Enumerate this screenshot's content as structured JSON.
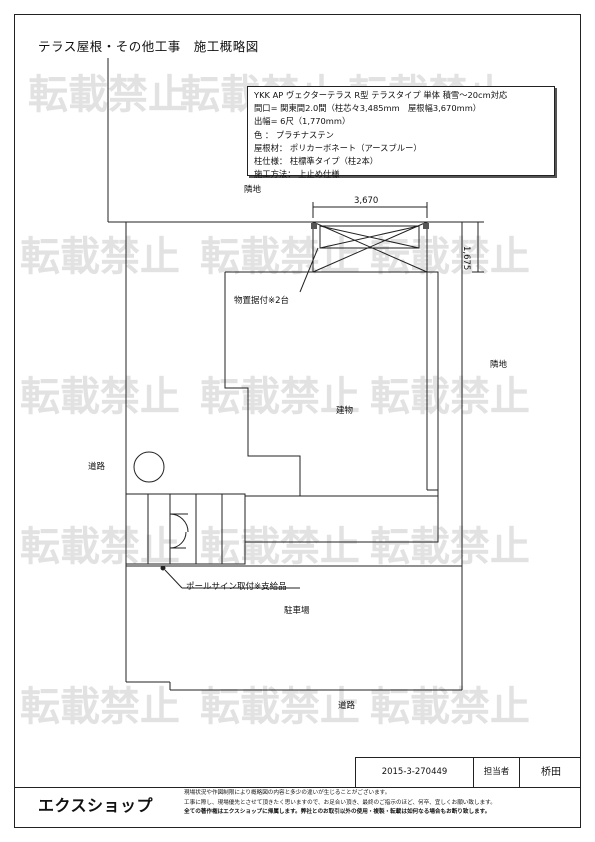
{
  "title": "テラス屋根・その他工事　施工概略図",
  "spec": {
    "lines": [
      "YKK AP ヴェクターテラス R型  テラスタイプ  単体  積雪～20cm対応",
      "間口= 関東間2.0間（柱芯々3,485mm　屋根幅3,670mm）",
      "出幅= 6尺（1,770mm）",
      "色 ：  プラチナステン",
      "屋根材：  ポリカーボネート（アースブルー）",
      "柱仕様：  柱標準タイプ（柱2本）",
      "施工方法：  上止め仕様"
    ]
  },
  "drawing": {
    "dim_width": "3,670",
    "dim_depth": "1,675",
    "label_neighbor_top": "隣地",
    "label_neighbor_right": "隣地",
    "label_storage": "物置据付※2台",
    "label_building": "建物",
    "label_road_left": "道路",
    "label_pole_sign": "ポールサイン取付※支給品",
    "label_parking": "駐車場",
    "label_road_bottom": "道路"
  },
  "footer": {
    "doc_number": "2015-3-270449",
    "manager_label": "担当者",
    "manager_name": "桥田",
    "logo_text": "エクスショップ",
    "notes": [
      "現場状況や作図制限により概略図の内容と多少の違いが生じることがございます。",
      "工事に際し、現場優先とさせて頂きたく思いますので、お足合い頂き、最終のご指示のほど、何卒、宜しくお願い致します。",
      "全ての著作権はエクスショップに帰属します。弊社とのお取引以外の使用・複製・転載は如何なる場合もお断り致します。"
    ]
  },
  "watermark": {
    "text": "転載禁止",
    "color": "#e2e2e2"
  }
}
